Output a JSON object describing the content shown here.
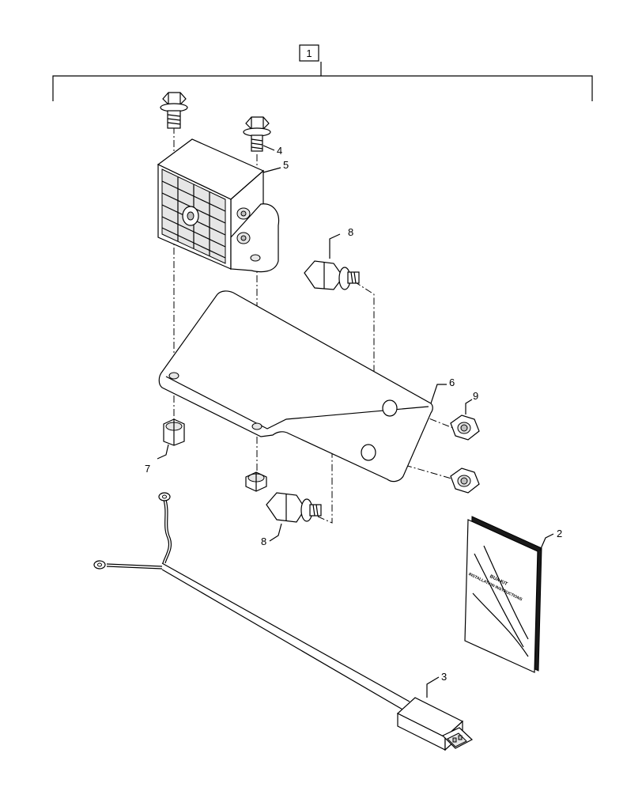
{
  "callouts": {
    "kit": "1",
    "manual": "2",
    "harness": "3",
    "bolt_top_right": "4",
    "alarm": "5",
    "bracket": "6",
    "nut_left": "7",
    "bolt_upper": "8",
    "nut_right": "9",
    "bolt_lower": "8"
  },
  "manual_cover": {
    "line1": "BUA KIT",
    "line2": "INSTALLATION INSTRUCTIONS"
  }
}
